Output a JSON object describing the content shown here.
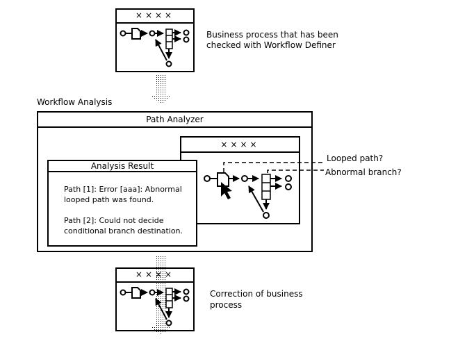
{
  "top_window": {
    "title": "××××",
    "caption_line1": "Business process that has been",
    "caption_line2": "checked with Workflow Definer"
  },
  "analysis": {
    "section_label": "Workflow Analysis",
    "panel_title": "Path Analyzer",
    "inner_window_title": "××××",
    "looped_path_label": "Looped path?",
    "abnormal_branch_label": "Abnormal branch?",
    "result": {
      "title": "Analysis Result",
      "path1_line1": "Path [1]: Error [aaa]: Abnormal",
      "path1_line2": "looped path was found.",
      "path2_line1": "Path [2]: Could not decide",
      "path2_line2": "conditional branch destination."
    }
  },
  "bottom_window": {
    "title": "××××",
    "caption_line1": "Correction of business",
    "caption_line2": "process"
  }
}
